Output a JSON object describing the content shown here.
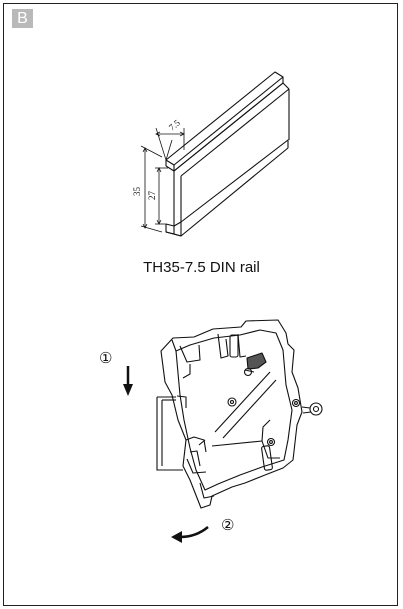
{
  "section_badge": "B",
  "rail": {
    "caption": "TH35-7.5 DIN rail",
    "dim_depth": "7.5",
    "dim_height": "35",
    "dim_inner": "27"
  },
  "steps": {
    "step1": "①",
    "step2": "②"
  }
}
